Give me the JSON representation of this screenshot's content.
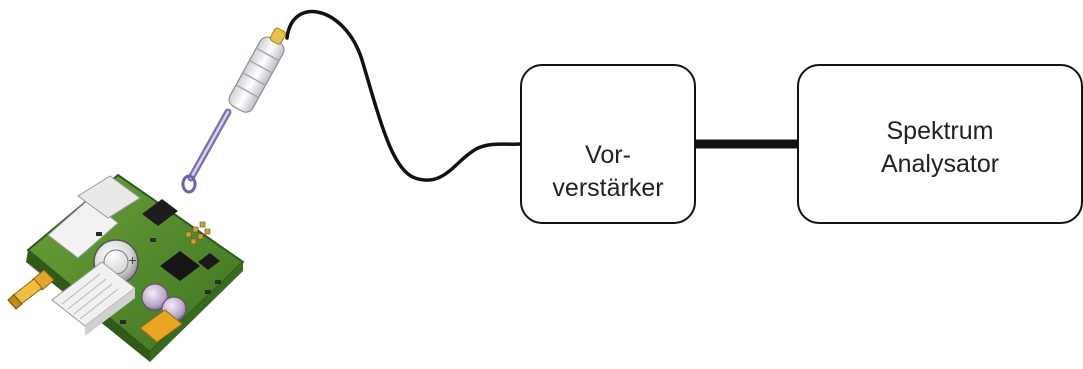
{
  "diagram": {
    "preamp": {
      "line1": "Vor-",
      "line2": "verstärker",
      "symbol": "amplifier-triangle-icon"
    },
    "analyzer": {
      "line1": "Spektrum",
      "line2": "Analysator"
    },
    "device": {
      "type": "circuit-board-illustration",
      "connector": "sma-connector-icon"
    },
    "probe": {
      "type": "near-field-probe-illustration"
    },
    "colors": {
      "stroke": "#111111",
      "pcb": "#4f8a2c",
      "connector": "#e0a72a",
      "text": "#222222"
    }
  }
}
